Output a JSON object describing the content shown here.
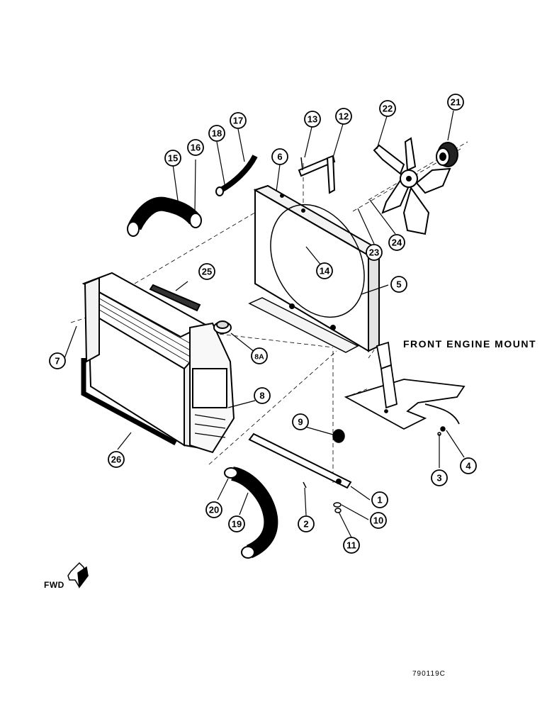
{
  "section_label": "FRONT ENGINE MOUNT",
  "direction_label": "FWD",
  "figure_code": "790119C",
  "callouts": {
    "c1": "1",
    "c2": "2",
    "c3": "3",
    "c4": "4",
    "c5": "5",
    "c6": "6",
    "c7": "7",
    "c8": "8",
    "c8a": "8A",
    "c9": "9",
    "c10": "10",
    "c11": "11",
    "c12": "12",
    "c13": "13",
    "c14": "14",
    "c15": "15",
    "c16": "16",
    "c17": "17",
    "c18": "18",
    "c19": "19",
    "c20": "20",
    "c21": "21",
    "c22": "22",
    "c23": "23",
    "c24": "24",
    "c25": "25",
    "c26": "26"
  }
}
